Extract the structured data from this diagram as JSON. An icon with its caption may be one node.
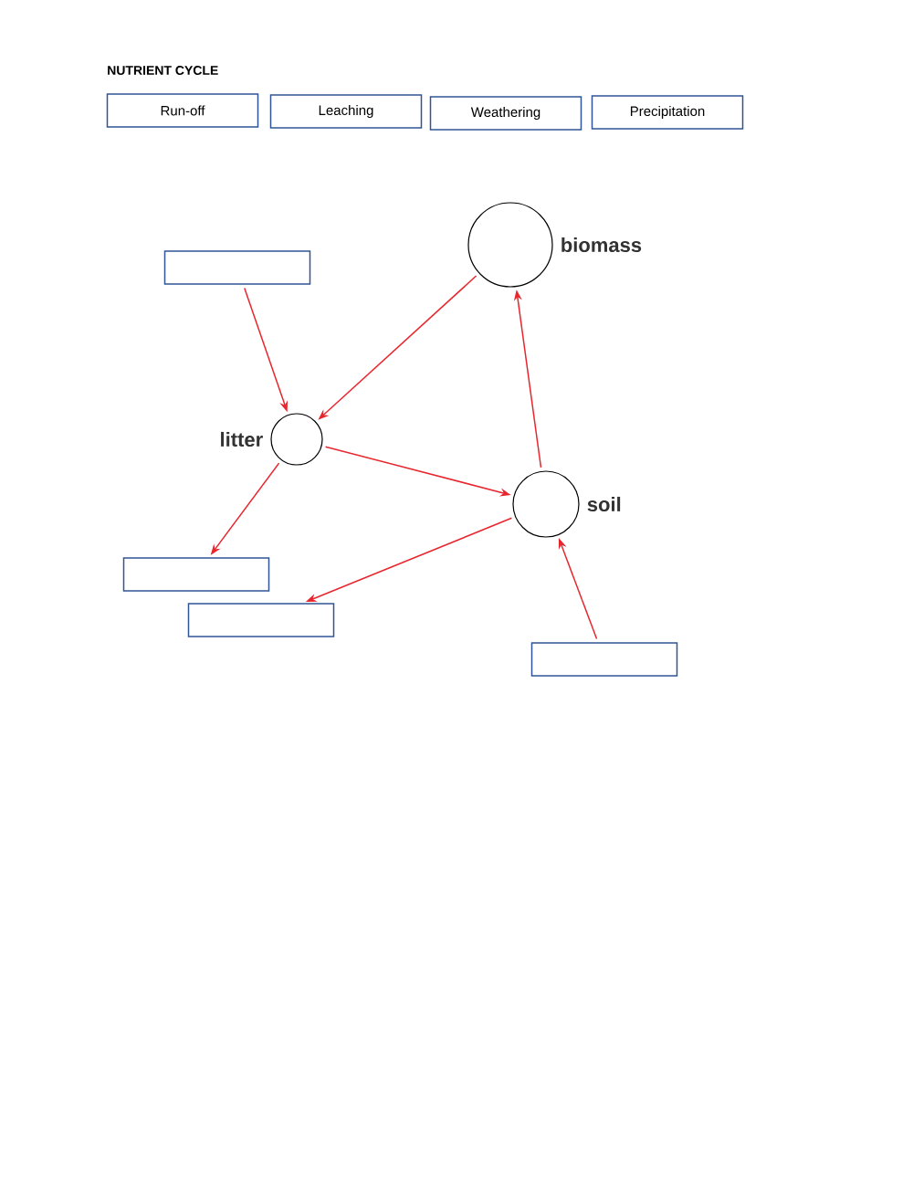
{
  "diagram": {
    "title": "NUTRIENT CYCLE",
    "nodes": [
      {
        "text": [
          "Run-off"
        ]
      },
      {
        "text": [
          "Leaching"
        ]
      },
      {
        "text": [
          "Weathering"
        ]
      },
      {
        "text": [
          "Precipitation"
        ]
      },
      {
        "text": [],
        "shape": "box"
      },
      {
        "text": [],
        "shape": "circle",
        "beside": [
          "biomass"
        ]
      },
      {
        "text": [],
        "shape": "circle",
        "beside": [
          "litter"
        ]
      },
      {
        "text": [],
        "shape": "circle",
        "beside": [
          "soil"
        ]
      },
      {
        "text": [],
        "shape": "box"
      },
      {
        "text": [],
        "shape": "box"
      },
      {
        "text": [],
        "shape": "box"
      }
    ],
    "edges": [
      {
        "from": 4,
        "to": 6,
        "arrow": "to"
      },
      {
        "from": 5,
        "to": 6,
        "arrow": "to"
      },
      {
        "from": 6,
        "to": 7,
        "arrow": "to"
      },
      {
        "from": 7,
        "to": 5,
        "arrow": "to"
      },
      {
        "from": 6,
        "to": 8,
        "arrow": "to"
      },
      {
        "from": 7,
        "to": 9,
        "arrow": "to"
      },
      {
        "from": 10,
        "to": 7,
        "arrow": "to"
      }
    ]
  }
}
